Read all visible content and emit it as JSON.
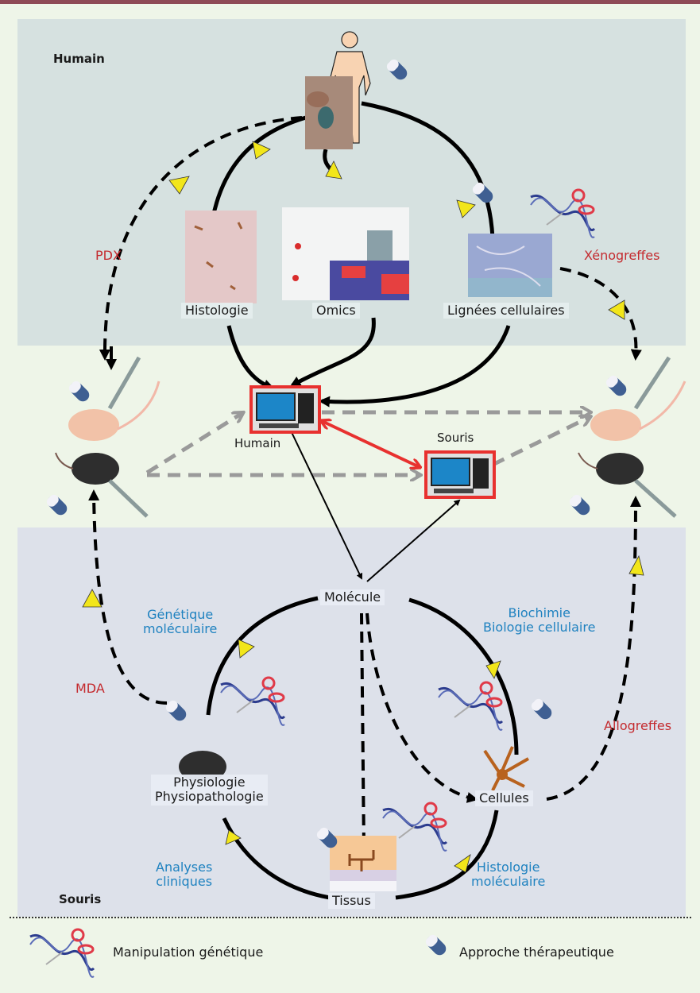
{
  "sections": {
    "human": "Humain",
    "mouse": "Souris"
  },
  "human_panel": {
    "histology": "Histologie",
    "omics": "Omics",
    "cell_lines": "Lignées cellulaires",
    "pdx": "PDX",
    "xenografts": "Xénogreffes"
  },
  "computers": {
    "human": "Humain",
    "mouse": "Souris"
  },
  "mouse_panel": {
    "molecule": "Molécule",
    "physiology_line1": "Physiologie",
    "physiology_line2": "Physiopathologie",
    "cells": "Cellules",
    "tissues": "Tissus",
    "mda": "MDA",
    "allografts": "Allogreffes",
    "molecular_genetics_line1": "Génétique",
    "molecular_genetics_line2": "moléculaire",
    "biochemistry_line1": "Biochimie",
    "biochemistry_line2": "Biologie cellulaire",
    "clinical_line1": "Analyses",
    "clinical_line2": "cliniques",
    "mol_histology_line1": "Histologie",
    "mol_histology_line2": "moléculaire"
  },
  "legend": {
    "genetic_manipulation": "Manipulation génétique",
    "therapeutic_approach": "Approche thérapeutique"
  },
  "colors": {
    "header_bar": "#8e4a56",
    "human_panel": "#d6e1e0",
    "mouse_panel": "#dde1ea",
    "background": "#eef5e8",
    "arrowhead": "#f2e61a",
    "computer_frame": "#e8312f",
    "label_red": "#c42a2e",
    "label_blue": "#1f82c0",
    "grey_arrow": "#9a9a9a"
  }
}
